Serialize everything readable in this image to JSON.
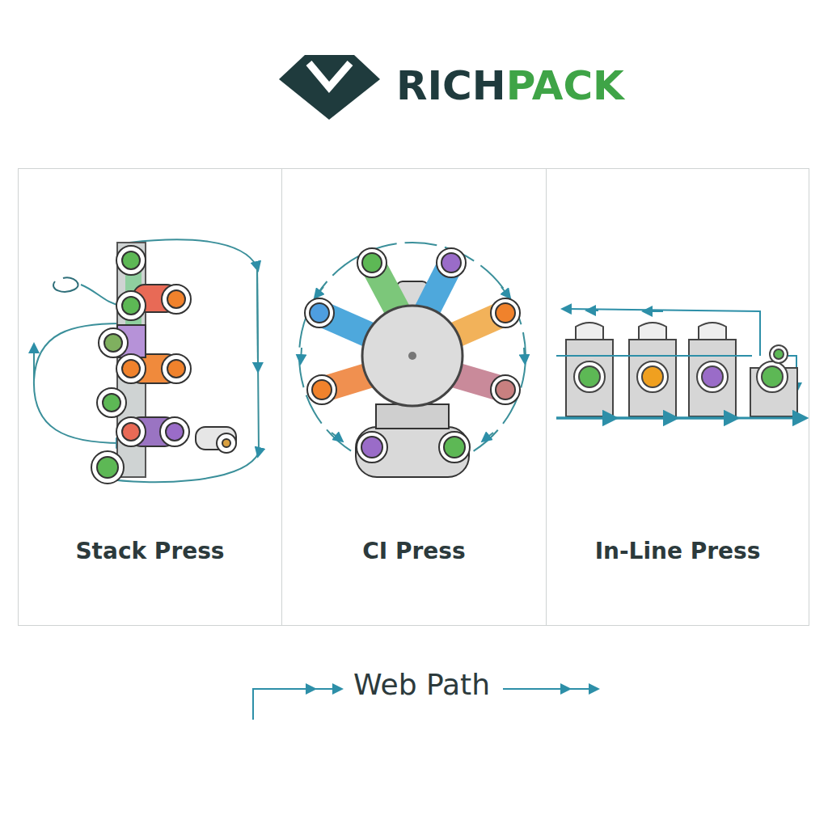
{
  "diagram": {
    "nodes": [
      {
        "text": [
          "Stack Press"
        ]
      },
      {
        "text": [
          "CI Press"
        ]
      },
      {
        "text": [
          "In-Line Press"
        ]
      }
    ],
    "labels": [
      "RICH",
      "PACK"
    ],
    "legend": [
      {
        "text": "Web Path"
      }
    ]
  }
}
